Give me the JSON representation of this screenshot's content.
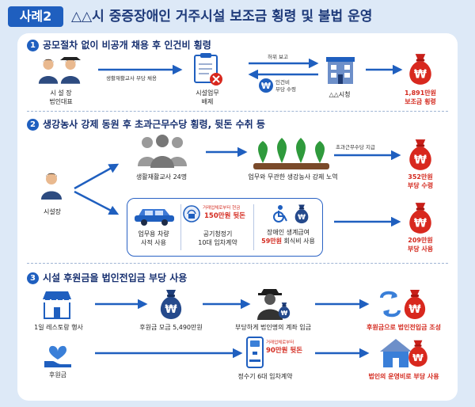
{
  "header": {
    "badge": "사례2",
    "title": "△△시 중증장애인 거주시설 보조금 횡령 및 불법 운영"
  },
  "colors": {
    "navy": "#1f5fbf",
    "red": "#d42a1f",
    "green": "#2f9a3c",
    "bg": "#dde9f7"
  },
  "section1": {
    "number": "1",
    "title": "공모절차 없이 비공개 채용 후 인건비 횡령",
    "actor_line1": "시 설 장",
    "actor_line2": "법인대표",
    "hire_label": "생활재활교사 부당 채용",
    "worker_line1": "시설업무",
    "worker_line2": "배제",
    "false_report": "허위 보고",
    "labor_line1": "인건비",
    "labor_line2": "부당 수령",
    "city": "△△시청",
    "amount_line1": "1,891만원",
    "amount_line2": "보조금 횡령"
  },
  "section2": {
    "number": "2",
    "title": "생강농사 강제 동원 후 초과근무수당 횡령, 뒷돈 수취 등",
    "actor": "시설장",
    "teachers": "생활재활교사 24명",
    "farm": "업무와 무관한 생강농사 강제 노역",
    "overtime": "초과근무수당 지급",
    "amount1_line1": "352만원",
    "amount1_line2": "부당 수령",
    "car_line1": "업무용 차량",
    "car_line2": "사적 사용",
    "kick_small": "거래업체로부터 현금",
    "kick_amount": "150만원 뒷돈",
    "air_line1": "공기청정기",
    "air_line2": "10대 임차계약",
    "welfare_line1": "장애인 생계급여",
    "welfare_amount": "59만원",
    "welfare_suffix": "회식비 사용",
    "amount2_line1": "209만원",
    "amount2_line2": "부당 사용"
  },
  "section3": {
    "number": "3",
    "title": "시설 후원금을 법인전입금 부당 사용",
    "restaurant": "1일 레스토랑 행사",
    "donation_amount": "후원금 모금 5,490만원",
    "deposit": "부당하게 법인명의 계좌 입금",
    "transfer": "후원금으로 법인전입금 조성",
    "donation": "후원금",
    "water_small": "거래업체로부터",
    "water_amount": "90만원 뒷돈",
    "water_contract": "정수기 6대 임차계약",
    "result": "법인의 운영비로 부당 사용"
  },
  "icons": {
    "won_bag": "money-bag-icon",
    "person": "person-icon",
    "clipboard": "clipboard-icon",
    "building": "building-icon",
    "sprout": "sprout-icon",
    "car": "car-icon",
    "wheelchair": "wheelchair-icon",
    "store": "store-icon",
    "heart_hand": "heart-hand-icon",
    "water_purifier": "water-purifier-icon",
    "house": "house-icon"
  }
}
